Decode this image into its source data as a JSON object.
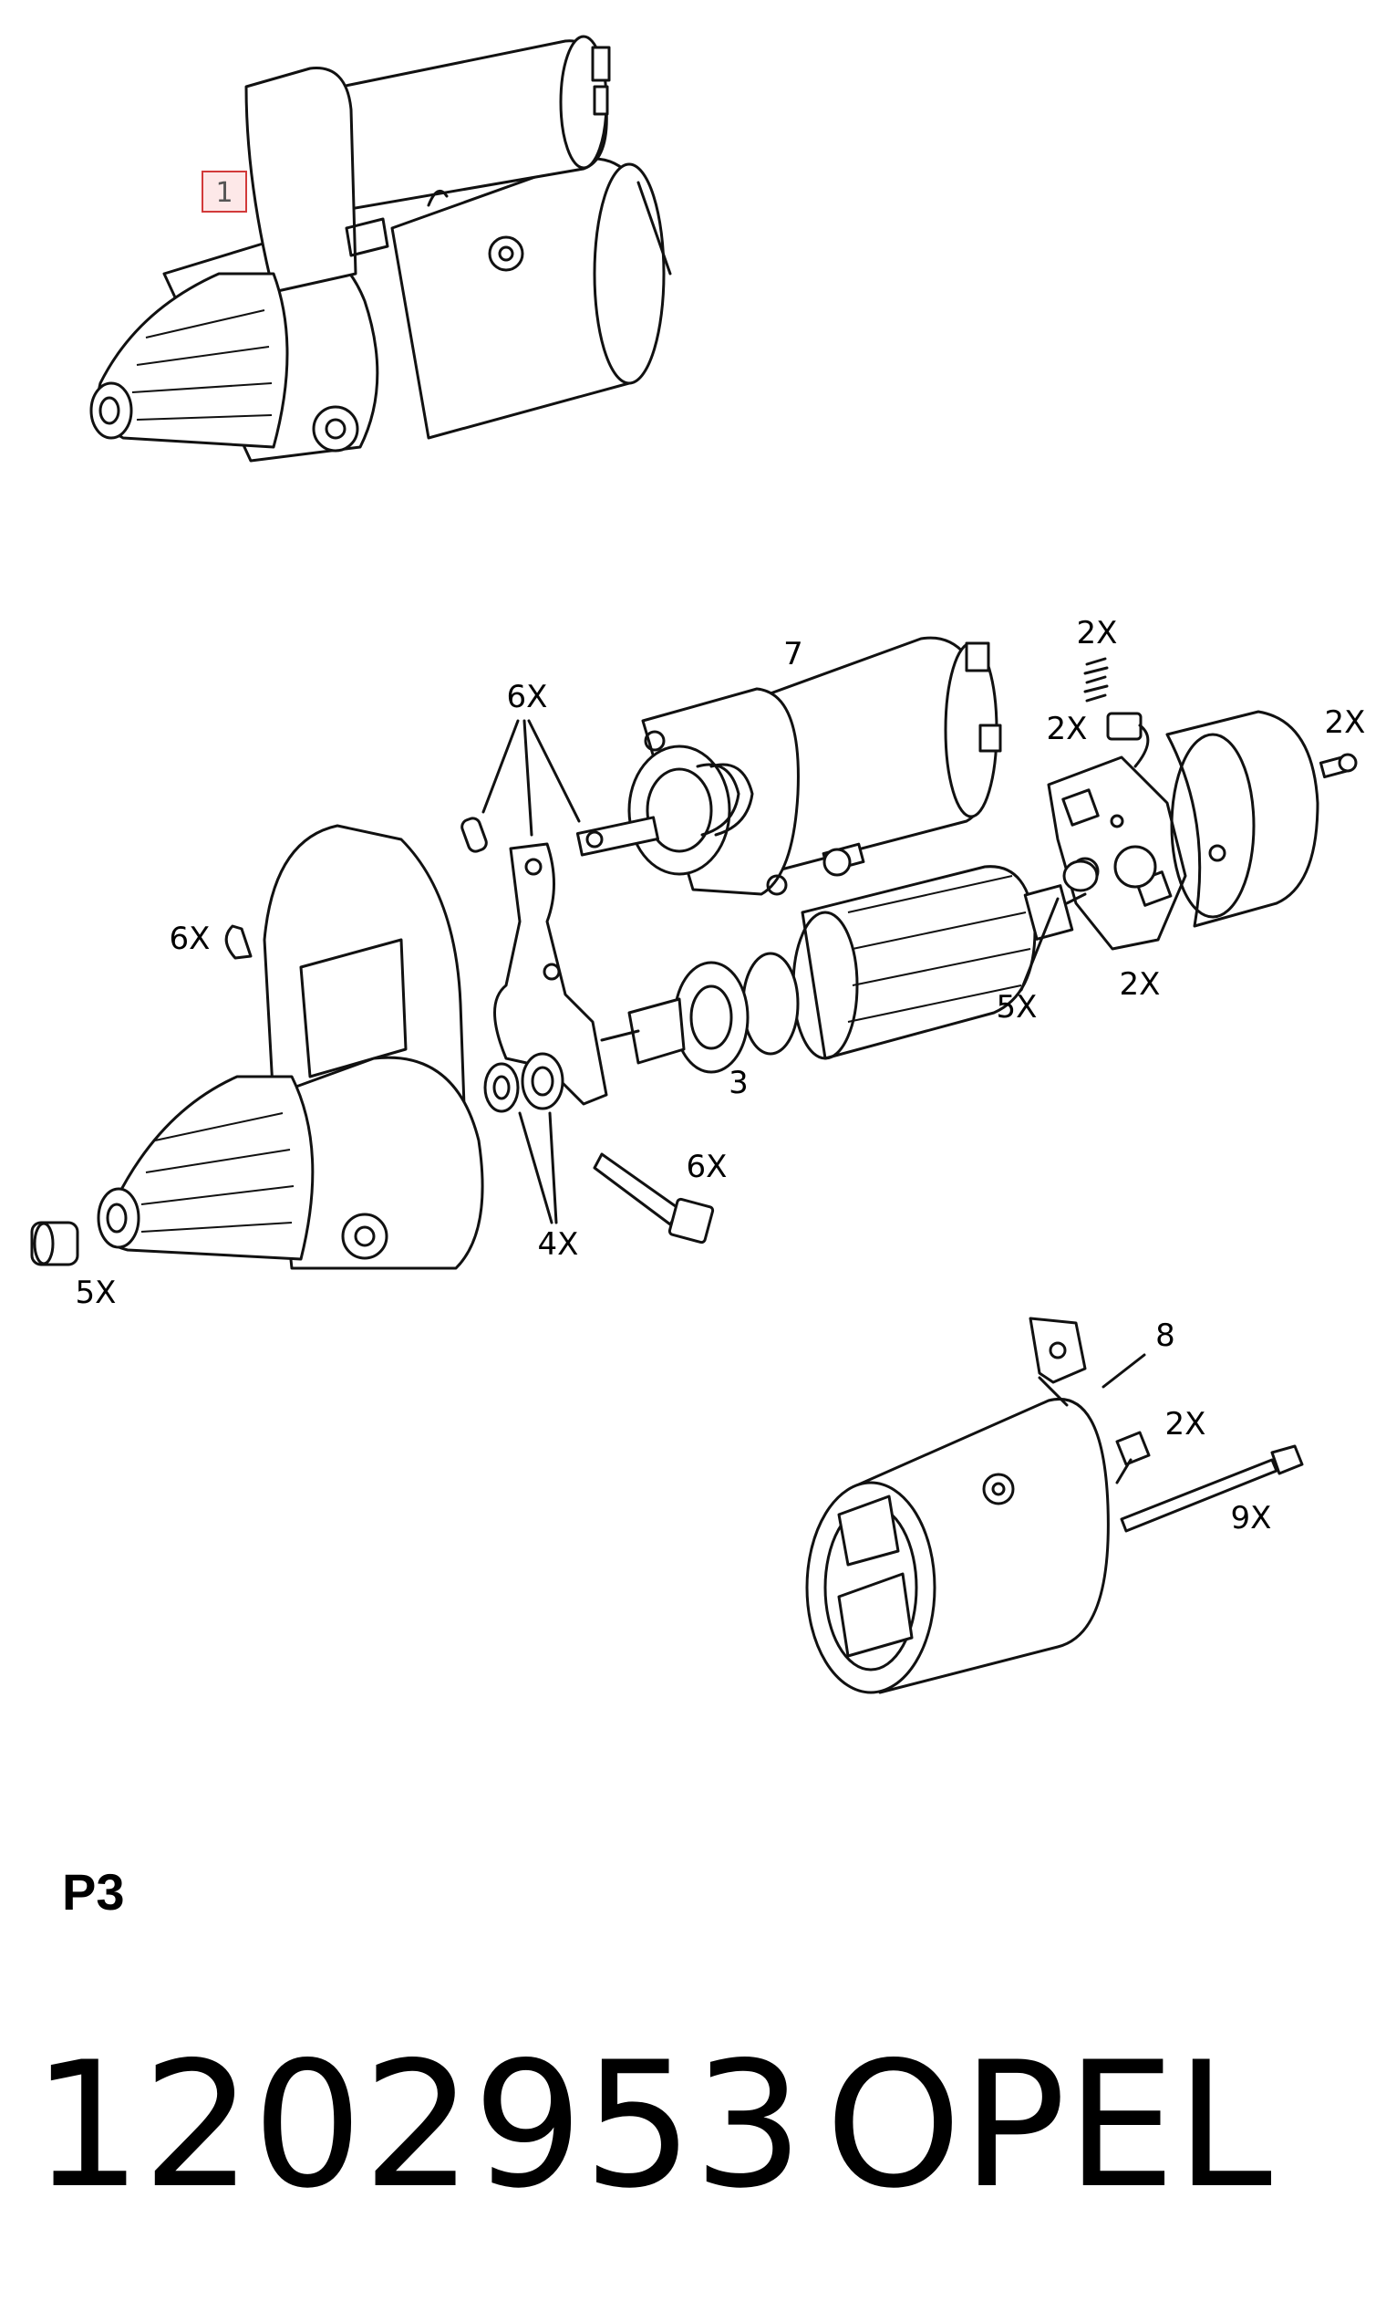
{
  "tag": "1",
  "labels": {
    "l7": "7",
    "l2x_spring": "2X",
    "l2x_brush": "2X",
    "l2x_screw": "2X",
    "l6x_pins": "6X",
    "l6x_clip": "6X",
    "l2x_holder": "2X",
    "l5x_right": "5X",
    "l3": "3",
    "l6x_bolt": "6X",
    "l4x": "4X",
    "l5x_left": "5X",
    "l8": "8",
    "l2x_lower": "2X",
    "l9x": "9X"
  },
  "page_code": "P3",
  "part_number": "1202953",
  "brand": "OPEL"
}
